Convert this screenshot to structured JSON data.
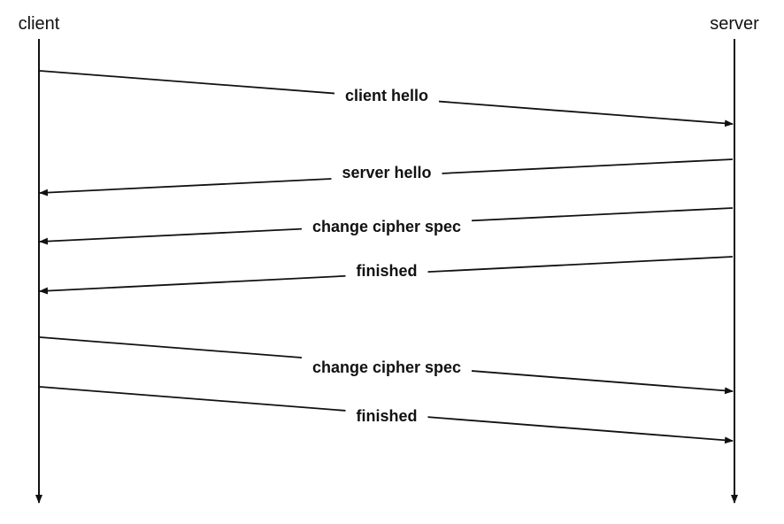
{
  "actors": {
    "client": "client",
    "server": "server"
  },
  "messages": [
    {
      "label": "client hello",
      "from": "client",
      "to": "server"
    },
    {
      "label": "server hello",
      "from": "server",
      "to": "client"
    },
    {
      "label": "change cipher spec",
      "from": "server",
      "to": "client"
    },
    {
      "label": "finished",
      "from": "server",
      "to": "client"
    },
    {
      "label": "change cipher spec",
      "from": "client",
      "to": "server"
    },
    {
      "label": "finished",
      "from": "client",
      "to": "server"
    }
  ],
  "colors": {
    "line": "#111111",
    "background": "#ffffff"
  }
}
